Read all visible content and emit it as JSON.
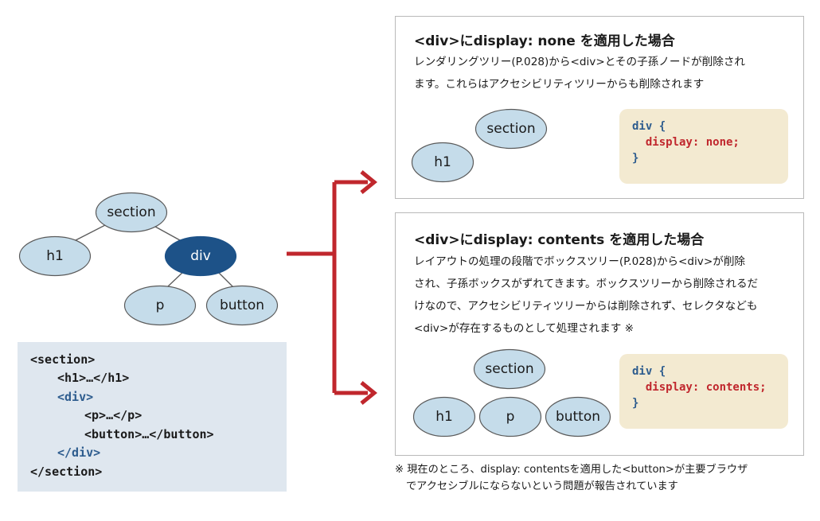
{
  "colors": {
    "node_fill": "#c5dcea",
    "node_stroke": "#5a5a5a",
    "node_highlight": "#1d5288",
    "arrow": "#c0272d",
    "code_bg": "#dfe7ef",
    "css_bg": "#f3ead1",
    "code_blue": "#2d5c8e",
    "code_red": "#c0272d"
  },
  "left_tree": {
    "section": "section",
    "h1": "h1",
    "div": "div",
    "p": "p",
    "button": "button"
  },
  "html_code": {
    "line1": "<section>",
    "line2": "<h1>…</h1>",
    "line3": "<div>",
    "line4": "<p>…</p>",
    "line5": "<button>…</button>",
    "line6": "</div>",
    "line7": "</section>"
  },
  "panel_none": {
    "title": "<div>にdisplay: none を適用した場合",
    "desc_line1": "レンダリングツリー(P.028)から<div>とその子孫ノードが削除され",
    "desc_line2": "ます。これらはアクセシビリティツリーからも削除されます",
    "tree": {
      "section": "section",
      "h1": "h1"
    },
    "css": {
      "selector": "div {",
      "declaration": "display: none;",
      "close": "}"
    }
  },
  "panel_contents": {
    "title": "<div>にdisplay: contents を適用した場合",
    "desc_line1": "レイアウトの処理の段階でボックスツリー(P.028)から<div>が削除",
    "desc_line2": "され、子孫ボックスがずれてきます。ボックスツリーから削除されるだ",
    "desc_line3": "けなので、アクセシビリティツリーからは削除されず、セレクタなども",
    "desc_line4": "<div>が存在するものとして処理されます ※",
    "tree": {
      "section": "section",
      "h1": "h1",
      "p": "p",
      "button": "button"
    },
    "css": {
      "selector": "div {",
      "declaration": "display: contents;",
      "close": "}"
    }
  },
  "footnote": {
    "line1": "※ 現在のところ、display: contentsを適用した<button>が主要ブラウザ",
    "line2": "でアクセシブルにならないという問題が報告されています"
  }
}
